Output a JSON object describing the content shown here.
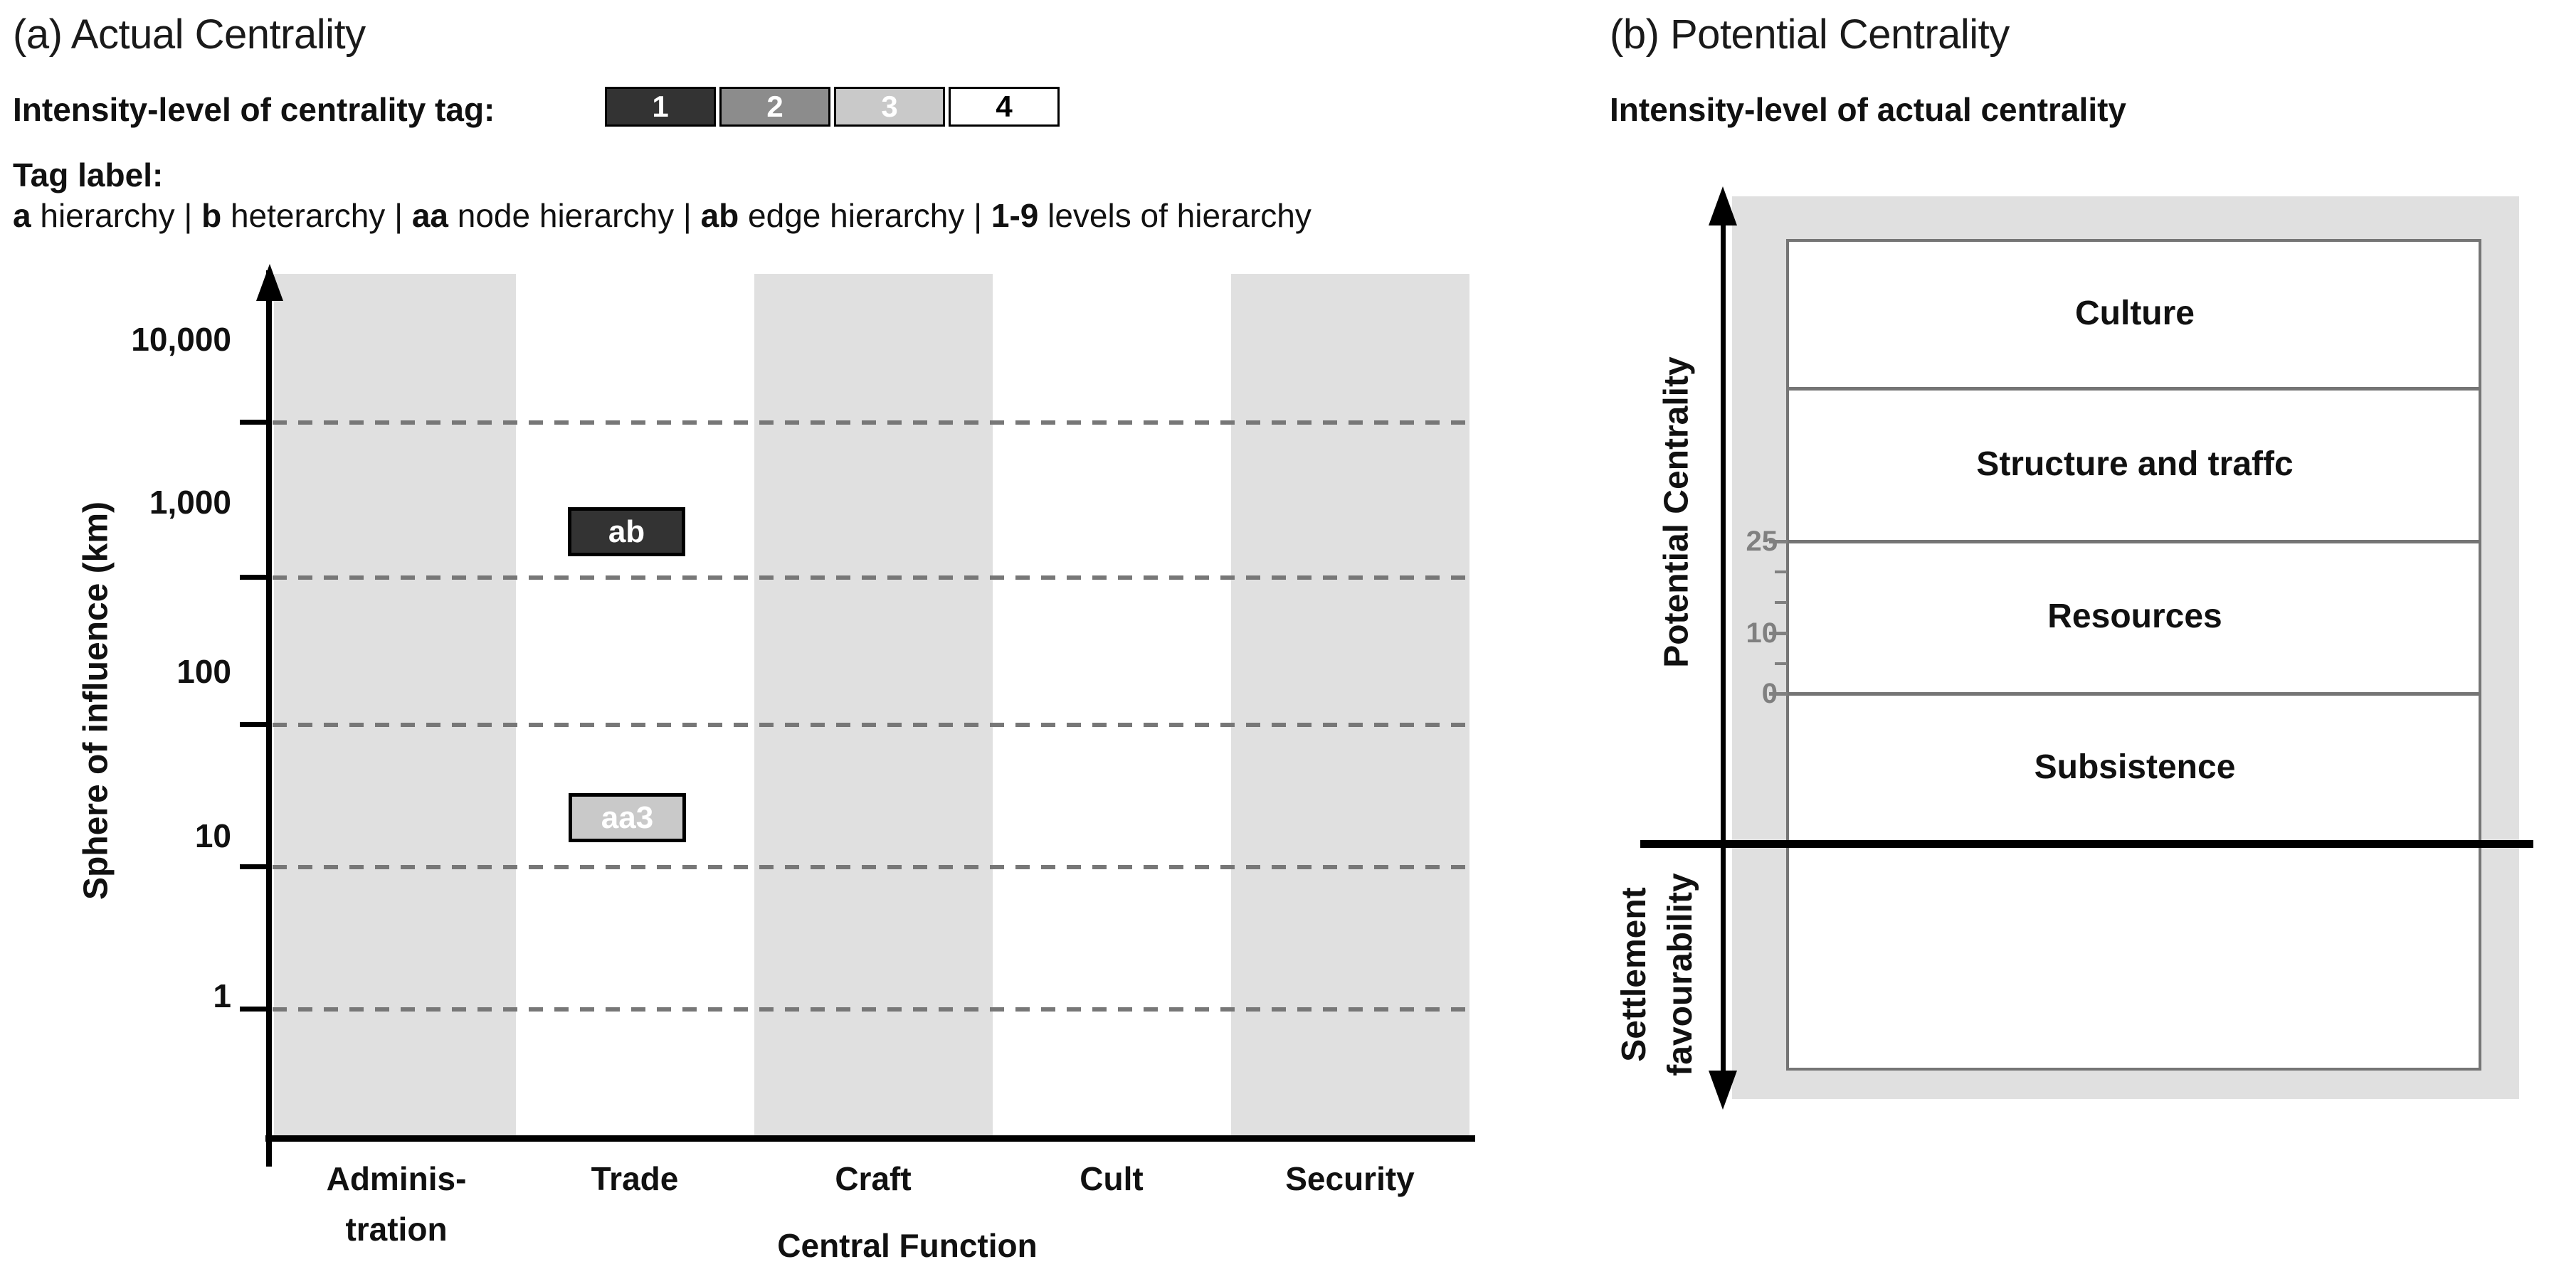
{
  "panel_a": {
    "title": "(a) Actual Centrality",
    "legend": {
      "label": "Intensity-level of centrality tag:",
      "levels": [
        {
          "num": "1",
          "fill": "#333333",
          "text": "#ffffff"
        },
        {
          "num": "2",
          "fill": "#8c8c8c",
          "text": "#ffffff"
        },
        {
          "num": "3",
          "fill": "#c9c9c9",
          "text": "#ffffff"
        },
        {
          "num": "4",
          "fill": "#ffffff",
          "text": "#000000"
        }
      ]
    },
    "tag_label": {
      "heading": "Tag label:",
      "parts": [
        {
          "text": "a",
          "bold": true
        },
        {
          "text": " hierarchy | ",
          "bold": false
        },
        {
          "text": "b",
          "bold": true
        },
        {
          "text": " heterarchy | ",
          "bold": false
        },
        {
          "text": "aa",
          "bold": true
        },
        {
          "text": " node hierarchy | ",
          "bold": false
        },
        {
          "text": "ab",
          "bold": true
        },
        {
          "text": " edge hierarchy | ",
          "bold": false
        },
        {
          "text": "1-9",
          "bold": true
        },
        {
          "text": " levels of hierarchy",
          "bold": false
        }
      ]
    },
    "y_axis_label": "Sphere of  influence (km)",
    "x_axis_label": "Central Function",
    "y_ticks": [
      "10,000",
      "1,000",
      "100",
      "10",
      "1"
    ],
    "x_categories": [
      {
        "line1": "Adminis-",
        "line2": "tration"
      },
      {
        "line1": "Trade",
        "line2": ""
      },
      {
        "line1": "Craft",
        "line2": ""
      },
      {
        "line1": "Cult",
        "line2": ""
      },
      {
        "line1": "Security",
        "line2": ""
      }
    ],
    "tags": [
      {
        "label": "ab",
        "fill": "#333333",
        "text": "#ffffff"
      },
      {
        "label": "aa3",
        "fill": "#c9c9c9",
        "text": "#ffffff"
      }
    ]
  },
  "panel_b": {
    "title": "(b) Potential Centrality",
    "subtitle": "Intensity-level of actual centrality",
    "upper_axis_label": "Potential Centrality",
    "lower_axis_label_line1": "Settlement",
    "lower_axis_label_line2": "favourability",
    "layers": [
      "Culture",
      "Structure and traffc",
      "Resources",
      "Subsistence"
    ],
    "ticks": [
      "25",
      "10",
      "0"
    ]
  },
  "colors": {
    "shaded_band": "#e0e0e0",
    "gridline_dash": "#777777",
    "divider_gray": "#757575",
    "tick_gray": "#808080",
    "level1": "#333333",
    "level2": "#8c8c8c",
    "level3": "#c9c9c9",
    "level4": "#ffffff"
  },
  "chart_data": [
    {
      "type": "scatter",
      "title": "(a) Actual Centrality",
      "xlabel": "Central Function",
      "ylabel": "Sphere of influence (km)",
      "x_categories": [
        "Administration",
        "Trade",
        "Craft",
        "Cult",
        "Security"
      ],
      "y_scale": "log",
      "y_ticks": [
        1,
        10,
        100,
        1000,
        10000
      ],
      "shaded_columns": [
        "Administration",
        "Craft",
        "Security"
      ],
      "gridlines": "dashed horizontal at half-decades",
      "points": [
        {
          "x": "Trade",
          "y_km": 700,
          "tag": "ab",
          "tag_meaning": "edge hierarchy",
          "intensity_level": 1
        },
        {
          "x": "Trade",
          "y_km": 15,
          "tag": "aa3",
          "tag_meaning": "node hierarchy, 3 levels",
          "intensity_level": 3
        }
      ],
      "legend": {
        "label": "Intensity-level of centrality tag:",
        "levels": [
          "1",
          "2",
          "3",
          "4"
        ]
      }
    },
    {
      "type": "diagram",
      "title": "(b) Potential Centrality",
      "subtitle": "Intensity-level of actual centrality",
      "y_axis_upper": "Potential Centrality",
      "y_axis_lower": "Settlement favourability",
      "layers_top_to_bottom": [
        "Culture",
        "Structure and traffc",
        "Resources",
        "Subsistence"
      ],
      "axis_tick_values": [
        25,
        10,
        0
      ],
      "minor_tick_values": [
        20,
        15,
        5
      ],
      "zero_line": "thick black horizontal line separating Subsistence from settlement-favourability region"
    }
  ]
}
